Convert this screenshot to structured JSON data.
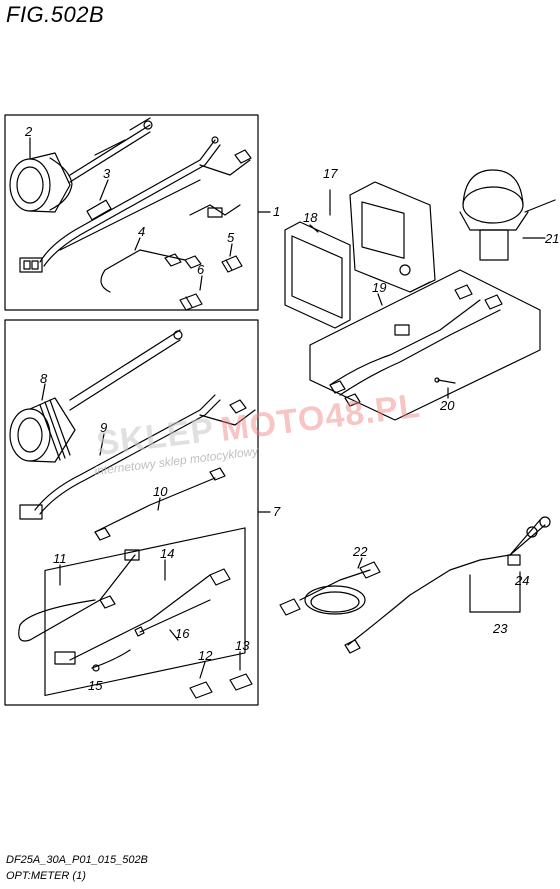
{
  "figure": {
    "title": "FIG.502B"
  },
  "footer": {
    "code": "DF25A_30A_P01_015_502B",
    "title": "OPT:METER (1)"
  },
  "watermark": {
    "brand_part1": "SKLEP",
    "brand_part2": "MOTO48.PL",
    "tagline": "internetowy sklep motocyklowy"
  },
  "callouts": {
    "c1": "1",
    "c2": "2",
    "c3": "3",
    "c4": "4",
    "c5": "5",
    "c6": "6",
    "c7": "7",
    "c8": "8",
    "c9": "9",
    "c10": "10",
    "c11": "11",
    "c12": "12",
    "c13": "13",
    "c14": "14",
    "c15": "15",
    "c16": "16",
    "c17": "17",
    "c18": "18",
    "c19": "19",
    "c20": "20",
    "c21": "21",
    "c22": "22",
    "c23": "23",
    "c24": "24"
  },
  "colors": {
    "line": "#000000",
    "watermark_red": "#f08080",
    "watermark_gray": "#c8c8c8"
  }
}
